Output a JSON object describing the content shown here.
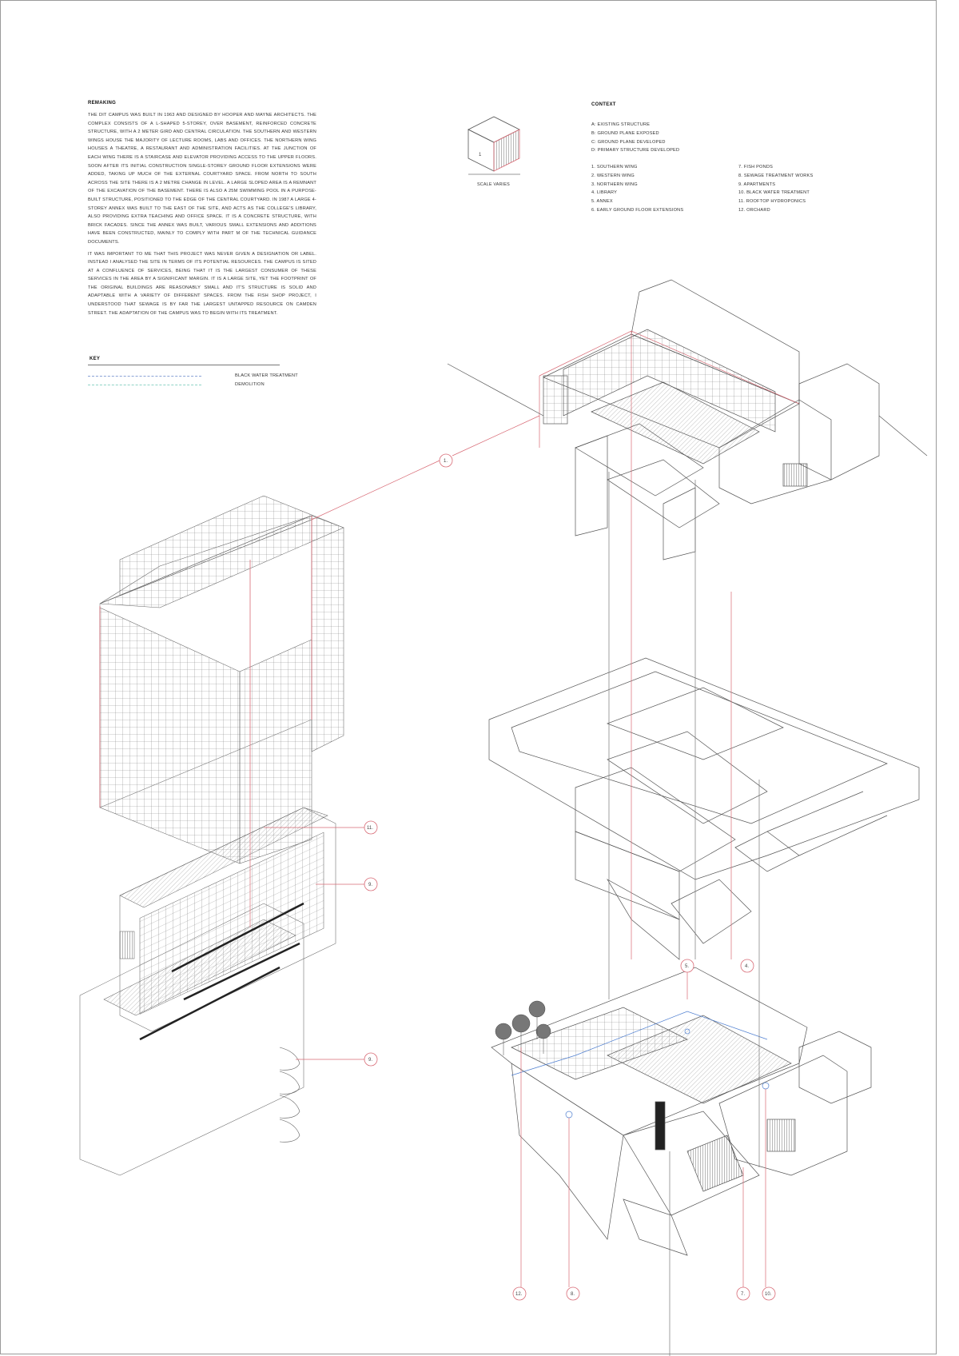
{
  "remaking": {
    "heading": "REMAKING",
    "paragraphs": [
      "THE DIT CAMPUS WAS BUILT IN 1963 AND DESIGNED BY HOOPER AND MAYNE ARCHITECTS. THE COMPLEX CONSISTS OF A L-SHAPED 5-STOREY, OVER BASEMENT, REINFORCED CONCRETE STRUCTURE, WITH A 2 METER GIRD AND CENTRAL CIRCULATION. THE SOUTHERN AND WESTERN WINGS HOUSE THE MAJORITY OF LECTURE ROOMS, LABS AND OFFICES. THE NORTHERN WING HOUSES A THEATRE, A RESTAURANT AND ADMINISTRATION FACILITIES. AT THE JUNCTION OF EACH WING THERE IS A STAIRCASE AND ELEVATOR PROVIDING ACCESS TO THE UPPER FLOORS. SOON AFTER ITS INITIAL CONSTRUCTION SINGLE-STOREY GROUND FLOOR EXTENSIONS WERE ADDED, TAKING UP MUCH OF THE EXTERNAL COURTYARD SPACE. FROM NORTH TO SOUTH ACROSS THE SITE THERE IS A 2 METRE CHANGE IN LEVEL. A LARGE SLOPED AREA IS A REMNANT OF THE EXCAVATION OF THE BASEMENT. THERE IS ALSO A 25M SWIMMING POOL IN A PURPOSE-BUILT STRUCTURE, POSITIONED TO THE EDGE OF THE CENTRAL COURTYARD. IN 1987 A LARGE 4-STOREY ANNEX WAS BUILT TO THE EAST OF THE SITE, AND ACTS AS THE COLLEGE'S LIBRARY, ALSO PROVIDING EXTRA TEACHING AND OFFICE SPACE. IT IS A CONCRETE STRUCTURE, WITH BRICK FACADES. SINCE THE ANNEX WAS BUILT, VARIOUS SMALL EXTENSIONS AND ADDITIONS HAVE BEEN CONSTRUCTED, MAINLY TO COMPLY WITH PART M OF THE TECHNICAL GUIDANCE DOCUMENTS.",
      "IT WAS IMPORTANT TO ME THAT THIS PROJECT WAS NEVER GIVEN A DESIGNATION OR LABEL. INSTEAD I ANALYSED THE SITE IN TERMS OF ITS POTENTIAL RESOURCES. THE CAMPUS IS SITED AT A CONFLUENCE OF SERVICES, BEING THAT IT IS THE LARGEST CONSUMER OF THESE SERVICES IN THE AREA BY A SIGNIFICANT MARGIN. IT IS A LARGE SITE, YET THE FOOTPRINT OF THE ORIGINAL BUILDINGS ARE REASONABLY SMALL AND IT'S STRUCTURE IS SOLID AND ADAPTABLE WITH A VARIETY OF DIFFERENT SPACES.  FROM THE FISH SHOP PROJECT, I UNDERSTOOD THAT SEWAGE IS BY FAR THE LARGEST UNTAPPED RESOURCE ON CAMDEN STREET. THE ADAPTATION OF THE CAMPUS WAS TO BEGIN WITH ITS TREATMENT."
    ]
  },
  "scale": {
    "cube_label": "1",
    "caption": "SCALE VARIES"
  },
  "context": {
    "heading": "CONTEXT",
    "stages": [
      "A: EXISTING STRUCTURE",
      "B: GROUND PLANE EXPOSED",
      "C: GROUND PLANE DEVELOPED",
      "D: PRIMARY STRUCTURE DEVELOPED"
    ],
    "items_left": [
      "1. SOUTHERN WING",
      "2. WESTERN WING",
      "3. NORTHERN WING",
      "4. LIBRARY",
      "5. ANNEX",
      "6. EARLY GROUND FLOOR EXTENSIONS"
    ],
    "items_right": [
      "7. FISH PONDS",
      "8. SEWAGE TREATMENT WORKS",
      "9. APARTMENTS",
      "10. BLACK WATER TREATMENT",
      "11. ROOFTOP HYDROPONICS",
      "12. ORCHARD"
    ]
  },
  "key": {
    "heading": "KEY",
    "entries": [
      {
        "label": "BLACK WATER TREATMENT",
        "color": "#8aa3d6"
      },
      {
        "label": "DEMOLITION",
        "color": "#8fd3c6"
      }
    ]
  },
  "colors": {
    "structure_red": "#e0707a",
    "linework": "#555555",
    "blue": "#4f7fd0"
  },
  "callouts": {
    "c1": "1.",
    "c11": "11.",
    "c9a": "9.",
    "c9b": "9.",
    "c5": "5.",
    "c4": "4.",
    "c12": "12.",
    "c8": "8.",
    "c7": "7.",
    "c10": "10."
  }
}
